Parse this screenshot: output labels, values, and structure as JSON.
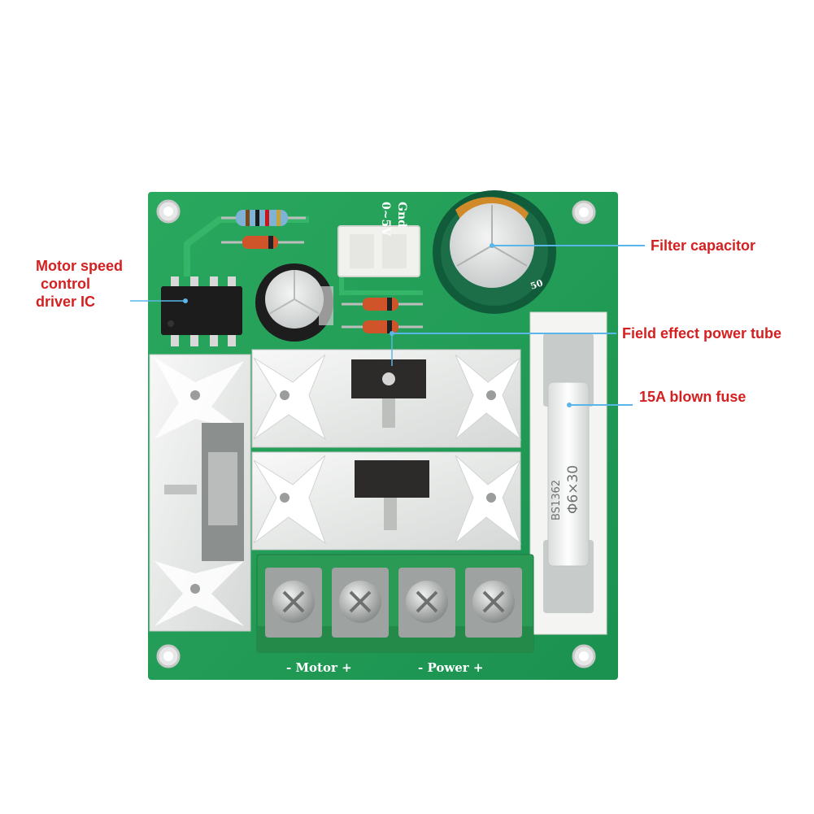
{
  "annotations": {
    "motor_ic": "Motor speed control driver IC",
    "motor_ic_lines": [
      "Motor speed",
      "control",
      "driver IC"
    ],
    "filter_cap": "Filter capacitor",
    "fet": "Field effect power tube",
    "fuse": "15A blown fuse"
  },
  "board_silkscreen": {
    "motor_label": "- Motor +",
    "power_label": "- Power +",
    "input_label_1": "0~5V",
    "input_label_2": "Gnd",
    "fuse_text_1": "BS1362",
    "fuse_text_2": "Φ6×30",
    "capacitor_mark": "50"
  },
  "colors": {
    "pcb": "#1f9e54",
    "pcb_light": "#35b568",
    "annotation_text": "#d42020",
    "leader_line": "#5ab6e8",
    "heatsink": "#e9ebea",
    "terminal": "#2a9a54"
  }
}
